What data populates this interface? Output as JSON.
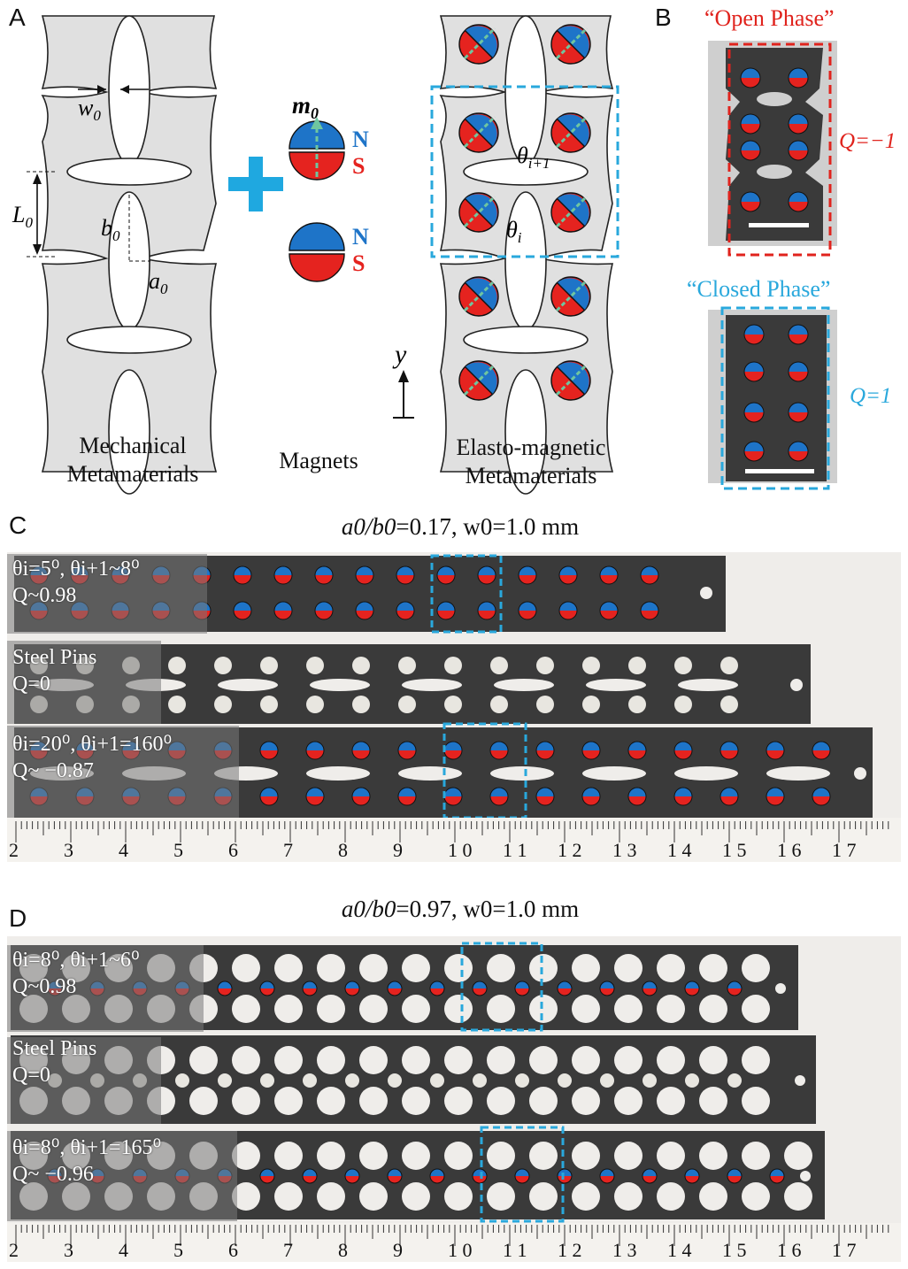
{
  "panels": {
    "a": {
      "letter": "A",
      "labels": {
        "w0": "w0",
        "L0": "L0",
        "b0": "b0",
        "a0": "a0",
        "m0": "m0",
        "N": "N",
        "S": "S",
        "theta_i1": "θi+1",
        "theta_i": "θi",
        "y": "y"
      },
      "captions": {
        "mechanical_line1": "Mechanical",
        "mechanical_line2": "Metamaterials",
        "magnets": "Magnets",
        "elasto_line1": "Elasto-magnetic",
        "elasto_line2": "Metamaterials"
      }
    },
    "b": {
      "letter": "B",
      "open_title": "“Open Phase”",
      "open_q": "Q=−1",
      "closed_title": "“Closed Phase”",
      "closed_q": "Q=1"
    },
    "c": {
      "letter": "C",
      "title_ratio": "a0/b0",
      "title_value": "=0.17, w0=1.0 mm",
      "strip1_line1": "θi=5⁰, θi+1~8⁰",
      "strip1_line2": "Q~0.98",
      "strip2_line1": "Steel Pins",
      "strip2_line2": "Q=0",
      "strip3_line1": "θi=20⁰, θi+1=160⁰",
      "strip3_line2": "Q~ −0.87",
      "ruler": [
        "2",
        "3",
        "4",
        "5",
        "6",
        "7",
        "8",
        "9",
        "1 0",
        "1 1",
        "1 2",
        "1 3",
        "1 4",
        "1 5",
        "1 6",
        "1 7"
      ]
    },
    "d": {
      "letter": "D",
      "title_ratio": "a0/b0",
      "title_value": "=0.97, w0=1.0 mm",
      "strip1_line1": "θi=8⁰, θi+1~6⁰",
      "strip1_line2": "Q~0.98",
      "strip2_line1": "Steel Pins",
      "strip2_line2": "Q=0",
      "strip3_line1": "θi=8⁰, θi+1=165⁰",
      "strip3_line2": "Q~ −0.96",
      "ruler": [
        "2",
        "3",
        "4",
        "5",
        "6",
        "7",
        "8",
        "9",
        "1 0",
        "1 1",
        "1 2",
        "1 3",
        "1 4",
        "1 5",
        "1 6",
        "1 7"
      ]
    }
  },
  "colors": {
    "north": "#1e74c8",
    "south": "#e5231f",
    "dash_blue": "#29a8dc",
    "dash_red": "#e0231d",
    "plus": "#1fa8e0",
    "arrow_green": "#6fc6a0",
    "strip_dark": "#3a3a3a",
    "unit_gray": "#e0e0e0"
  }
}
